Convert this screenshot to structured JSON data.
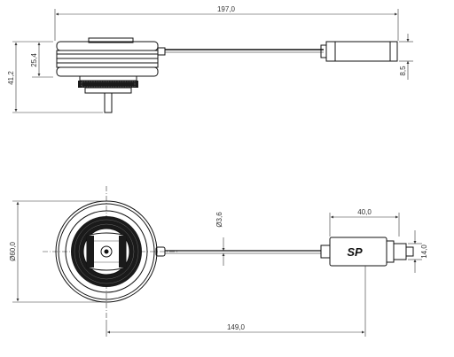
{
  "drawing": {
    "dimensions": {
      "total_length": "197,0",
      "height_total": "41,2",
      "height_body": "25,4",
      "cable_dia_side": "8,5",
      "diameter_body": "Ø60,0",
      "cable_dia_top": "Ø3,6",
      "connector_length": "40,0",
      "connector_width": "14,0",
      "cable_length": "149,0"
    },
    "logo_text": "SP"
  }
}
